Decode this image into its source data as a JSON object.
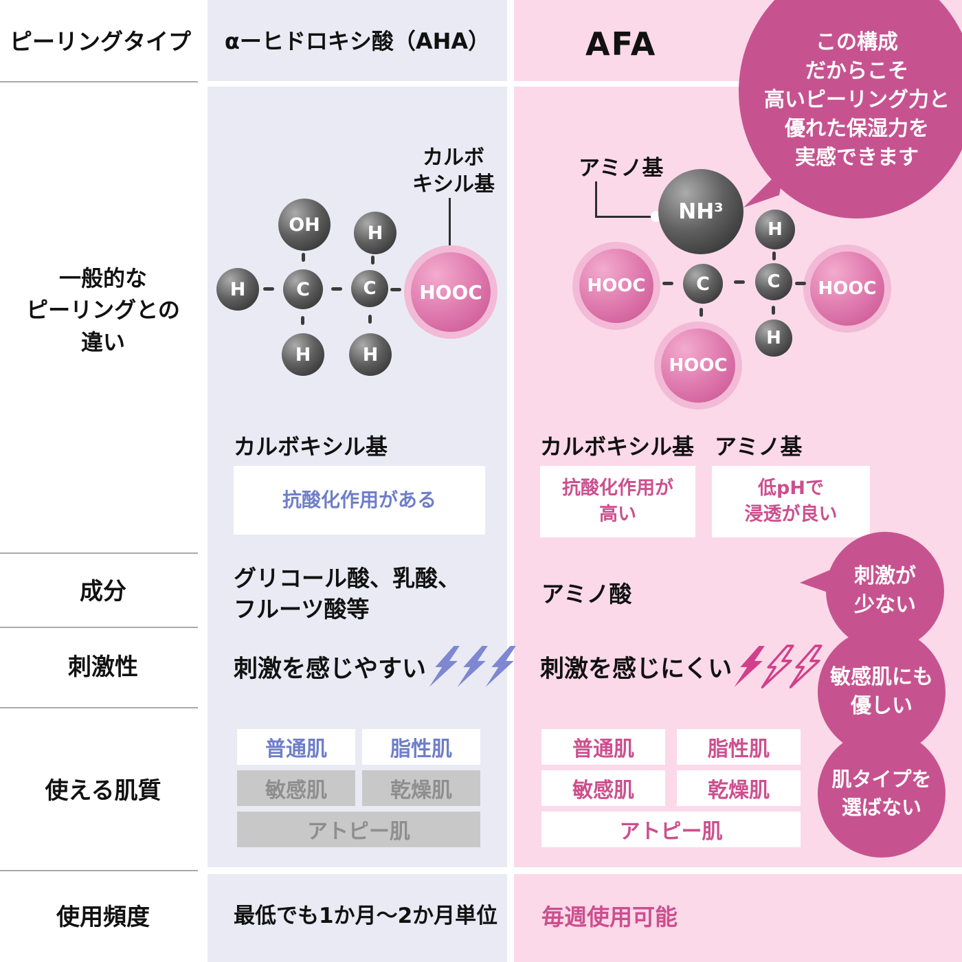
{
  "colors": {
    "aha_column_bg": "#eaeaf5",
    "afa_column_bg": "#fbd9e8",
    "accent_pink": "#cc4f8e",
    "bubble_pink": "#c6538f",
    "accent_blue": "#6f7ec8",
    "bolt_blue": "#7d87d2",
    "bolt_pink": "#d23f8b",
    "disabled_gray": "#c8c8c8"
  },
  "left": {
    "row1": "ピーリングタイプ",
    "row2": "一般的な\nピーリングとの\n違い",
    "row3": "成分",
    "row4": "刺激性",
    "row5": "使える肌質",
    "row6": "使用頻度"
  },
  "aha": {
    "header": "αーヒドロキシ酸（AHA）",
    "molecule": {
      "callout": "カルボ\nキシル基",
      "atoms": {
        "oh": "OH",
        "h_top": "H",
        "h_left": "H",
        "c1": "C",
        "c2": "C",
        "hooc": "HOOC",
        "h_bot1": "H",
        "h_bot2": "H"
      }
    },
    "group_label": "カルボキシル基",
    "feature": "抗酸化作用がある",
    "ingredients": "グリコール酸、乳酸、\nフルーツ酸等",
    "irritation": "刺激を感じやすい",
    "skin_types": [
      "普通肌",
      "脂性肌",
      "敏感肌",
      "乾燥肌",
      "アトピー肌"
    ],
    "frequency": "最低でも1か月〜2か月単位"
  },
  "afa": {
    "header": "AFA",
    "top_bubble": "この構成\nだからこそ\n高いピーリング力と\n優れた保湿力を\n実感できます",
    "molecule": {
      "callout": "アミノ基",
      "atoms": {
        "nh3": "NH³",
        "h_top": "H",
        "hooc_left": "HOOC",
        "c1": "C",
        "c2": "C",
        "hooc_right": "HOOC",
        "h_bot": "H",
        "hooc_bot": "HOOC"
      }
    },
    "group_label1": "カルボキシル基",
    "group_label2": "アミノ基",
    "feature1": "抗酸化作用が\n高い",
    "feature2": "低pHで\n浸透が良い",
    "ingredients": "アミノ酸",
    "bubble_mild": "刺激が\n少ない",
    "irritation": "刺激を感じにくい",
    "bubble_sensitive": "敏感肌にも\n優しい",
    "skin_types": [
      "普通肌",
      "脂性肌",
      "敏感肌",
      "乾燥肌",
      "アトピー肌"
    ],
    "bubble_all_types": "肌タイプを\n選ばない",
    "frequency": "毎週使用可能"
  },
  "icons": {
    "aha_irritation": {
      "icon": "lightning-bolt-icon",
      "count": 3,
      "style": "solid"
    },
    "afa_irritation": {
      "icon": "lightning-bolt-icon",
      "count": 3,
      "style": "first solid, rest outline"
    }
  }
}
